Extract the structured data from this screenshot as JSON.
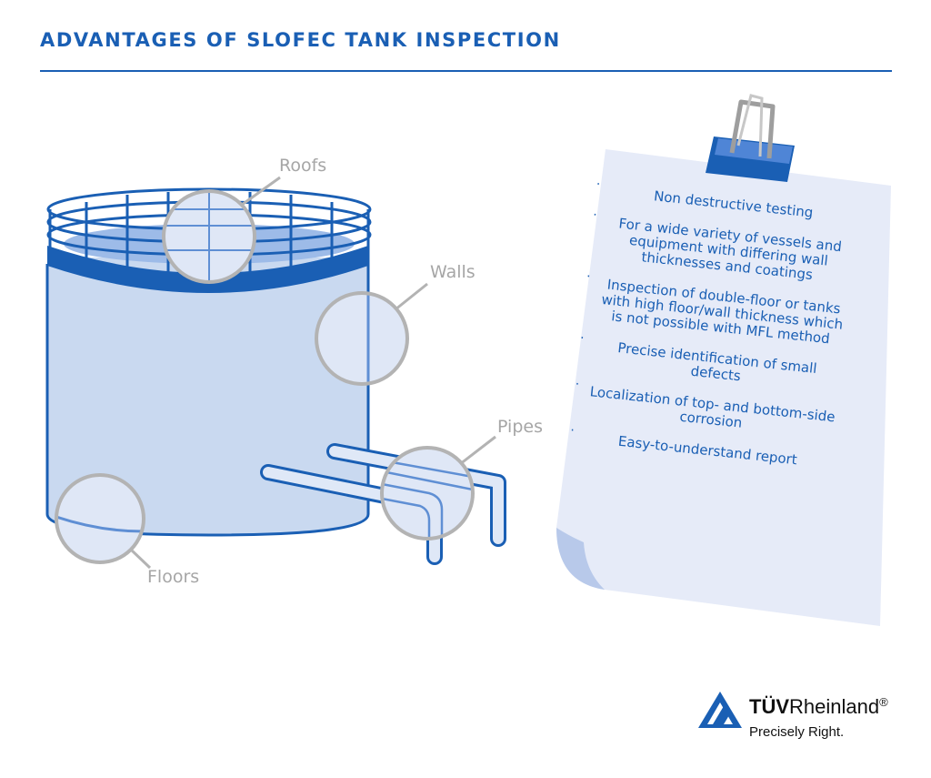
{
  "title": "ADVANTAGES OF SLOFEC TANK INSPECTION",
  "callouts": {
    "roofs": "Roofs",
    "walls": "Walls",
    "pipes": "Pipes",
    "floors": "Floors"
  },
  "advantages": [
    "Non destructive testing",
    "For a wide variety of vessels and equipment with differing wall thicknesses and coatings",
    "Inspection of double-floor or tanks with high floor/wall thickness which is not possible with MFL method",
    "Precise identification of small defects",
    "Localization of top- and bottom-side corrosion",
    "Easy-to-understand report"
  ],
  "bullet": "·",
  "logo": {
    "brand_bold": "TÜV",
    "brand_rest": "Rheinland",
    "registered": "®",
    "tagline": "Precisely Right."
  },
  "colors": {
    "accent_blue": "#1a5fb4",
    "tank_fill": "#c9d9f0",
    "paper": "#e6ebf8",
    "callout_gray": "#a6a6a6"
  },
  "icons": [
    "binder-clip-icon",
    "tuv-triangle-logo-icon"
  ]
}
